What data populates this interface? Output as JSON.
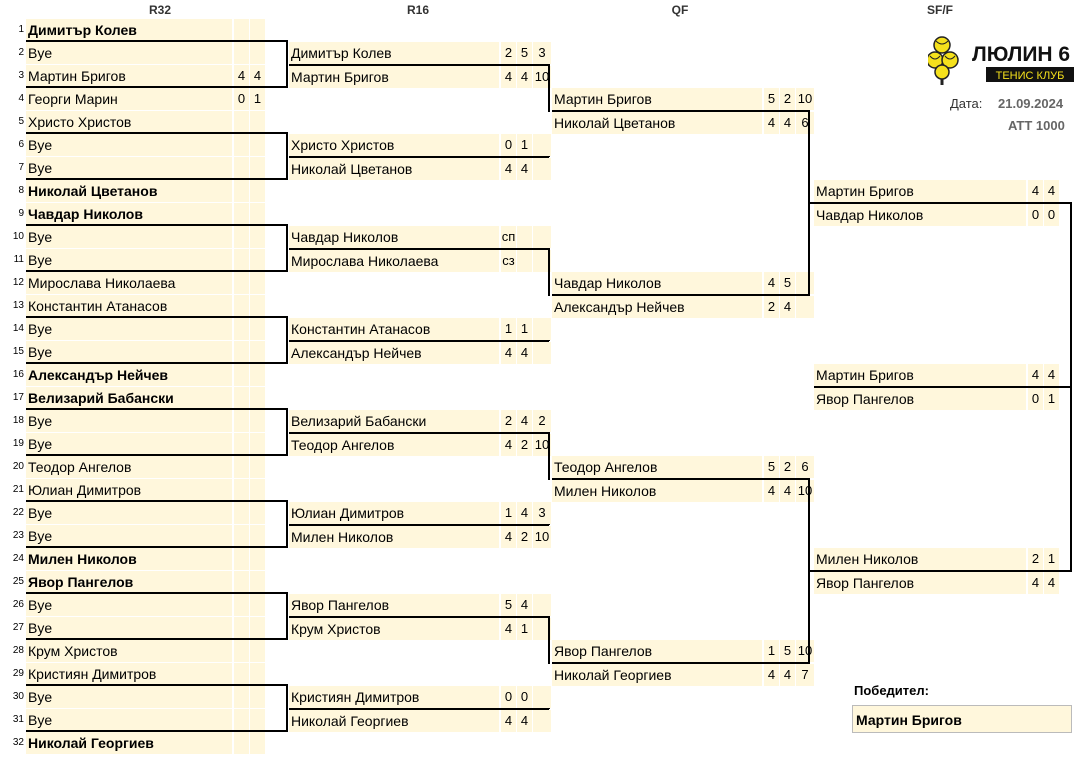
{
  "headers": [
    "R32",
    "R16",
    "QF",
    "SF/F"
  ],
  "r32": [
    {
      "seed": "1",
      "name": "Димитър Колев",
      "bold": true,
      "sc": []
    },
    {
      "seed": "2",
      "name": "Bye",
      "bold": false,
      "sc": []
    },
    {
      "seed": "3",
      "name": "Мартин Бригов",
      "bold": false,
      "sc": [
        "4",
        "4"
      ]
    },
    {
      "seed": "4",
      "name": "Георги Марин",
      "bold": false,
      "sc": [
        "0",
        "1"
      ]
    },
    {
      "seed": "5",
      "name": "Христо Христов",
      "bold": false,
      "sc": []
    },
    {
      "seed": "6",
      "name": "Bye",
      "bold": false,
      "sc": []
    },
    {
      "seed": "7",
      "name": "Bye",
      "bold": false,
      "sc": []
    },
    {
      "seed": "8",
      "name": "Николай Цветанов",
      "bold": true,
      "sc": []
    },
    {
      "seed": "9",
      "name": "Чавдар Николов",
      "bold": true,
      "sc": []
    },
    {
      "seed": "10",
      "name": "Bye",
      "bold": false,
      "sc": []
    },
    {
      "seed": "11",
      "name": "Bye",
      "bold": false,
      "sc": []
    },
    {
      "seed": "12",
      "name": "Мирослава Николаева",
      "bold": false,
      "sc": []
    },
    {
      "seed": "13",
      "name": "Константин Атанасов",
      "bold": false,
      "sc": []
    },
    {
      "seed": "14",
      "name": "Bye",
      "bold": false,
      "sc": []
    },
    {
      "seed": "15",
      "name": "Bye",
      "bold": false,
      "sc": []
    },
    {
      "seed": "16",
      "name": "Александър Нейчев",
      "bold": true,
      "sc": []
    },
    {
      "seed": "17",
      "name": "Велизарий Бабански",
      "bold": true,
      "sc": []
    },
    {
      "seed": "18",
      "name": "Bye",
      "bold": false,
      "sc": []
    },
    {
      "seed": "19",
      "name": "Bye",
      "bold": false,
      "sc": []
    },
    {
      "seed": "20",
      "name": "Теодор Ангелов",
      "bold": false,
      "sc": []
    },
    {
      "seed": "21",
      "name": "Юлиан Димитров",
      "bold": false,
      "sc": []
    },
    {
      "seed": "22",
      "name": "Bye",
      "bold": false,
      "sc": []
    },
    {
      "seed": "23",
      "name": "Bye",
      "bold": false,
      "sc": []
    },
    {
      "seed": "24",
      "name": "Милен Николов",
      "bold": true,
      "sc": []
    },
    {
      "seed": "25",
      "name": "Явор Пангелов",
      "bold": true,
      "sc": []
    },
    {
      "seed": "26",
      "name": "Bye",
      "bold": false,
      "sc": []
    },
    {
      "seed": "27",
      "name": "Bye",
      "bold": false,
      "sc": []
    },
    {
      "seed": "28",
      "name": "Крум Христов",
      "bold": false,
      "sc": []
    },
    {
      "seed": "29",
      "name": "Кристиян Димитров",
      "bold": false,
      "sc": []
    },
    {
      "seed": "30",
      "name": "Bye",
      "bold": false,
      "sc": []
    },
    {
      "seed": "31",
      "name": "Bye",
      "bold": false,
      "sc": []
    },
    {
      "seed": "32",
      "name": "Николай Георгиев",
      "bold": true,
      "sc": []
    }
  ],
  "r16": [
    {
      "name": "Димитър Колев",
      "sc": [
        "2",
        "5",
        "3"
      ]
    },
    {
      "name": "Мартин Бригов",
      "sc": [
        "4",
        "4",
        "10"
      ]
    },
    {
      "name": "Христо Христов",
      "sc": [
        "0",
        "1"
      ]
    },
    {
      "name": "Николай Цветанов",
      "sc": [
        "4",
        "4"
      ]
    },
    {
      "name": "Чавдар Николов",
      "sc": [
        "сп"
      ]
    },
    {
      "name": "Мирослава Николаева",
      "sc": [
        "сз"
      ]
    },
    {
      "name": "Константин Атанасов",
      "sc": [
        "1",
        "1"
      ]
    },
    {
      "name": "Александър Нейчев",
      "sc": [
        "4",
        "4"
      ]
    },
    {
      "name": "Велизарий Бабански",
      "sc": [
        "2",
        "4",
        "2"
      ]
    },
    {
      "name": "Теодор Ангелов",
      "sc": [
        "4",
        "2",
        "10"
      ]
    },
    {
      "name": "Юлиан Димитров",
      "sc": [
        "1",
        "4",
        "3"
      ]
    },
    {
      "name": "Милен Николов",
      "sc": [
        "4",
        "2",
        "10"
      ]
    },
    {
      "name": "Явор Пангелов",
      "sc": [
        "5",
        "4"
      ]
    },
    {
      "name": "Крум Христов",
      "sc": [
        "4",
        "1"
      ]
    },
    {
      "name": "Кристиян Димитров",
      "sc": [
        "0",
        "0"
      ]
    },
    {
      "name": "Николай Георгиев",
      "sc": [
        "4",
        "4"
      ]
    }
  ],
  "qf": [
    {
      "name": "Мартин Бригов",
      "sc": [
        "5",
        "2",
        "10"
      ]
    },
    {
      "name": "Николай Цветанов",
      "sc": [
        "4",
        "4",
        "6"
      ]
    },
    {
      "name": "Чавдар Николов",
      "sc": [
        "4",
        "5"
      ]
    },
    {
      "name": "Александър Нейчев",
      "sc": [
        "2",
        "4"
      ]
    },
    {
      "name": "Теодор Ангелов",
      "sc": [
        "5",
        "2",
        "6"
      ]
    },
    {
      "name": "Милен Николов",
      "sc": [
        "4",
        "4",
        "10"
      ]
    },
    {
      "name": "Явор Пангелов",
      "sc": [
        "1",
        "5",
        "10"
      ]
    },
    {
      "name": "Николай Георгиев",
      "sc": [
        "4",
        "4",
        "7"
      ]
    }
  ],
  "sf": [
    {
      "name": "Мартин Бригов",
      "sc": [
        "4",
        "4"
      ]
    },
    {
      "name": "Чавдар Николов",
      "sc": [
        "0",
        "0"
      ]
    },
    {
      "name": "Милен Николов",
      "sc": [
        "2",
        "1"
      ]
    },
    {
      "name": "Явор Пангелов",
      "sc": [
        "4",
        "4"
      ]
    }
  ],
  "final": [
    {
      "name": "Мартин Бригов",
      "sc": [
        "4",
        "4"
      ]
    },
    {
      "name": "Явор Пангелов",
      "sc": [
        "0",
        "1"
      ]
    }
  ],
  "logo": {
    "title": "ЛЮЛИН 6",
    "subtitle": "ТЕНИС КЛУБ",
    "icon": "tennis-balls-icon",
    "ball_color": "#f5e11c"
  },
  "date_label": "Дата:",
  "date_value": "21.09.2024",
  "tournament_category": "ATT 1000",
  "winner_label": "Победител:",
  "winner_name": "Мартин Бригов",
  "colors": {
    "cell_bg": "#fff7dc",
    "line": "#000000"
  }
}
